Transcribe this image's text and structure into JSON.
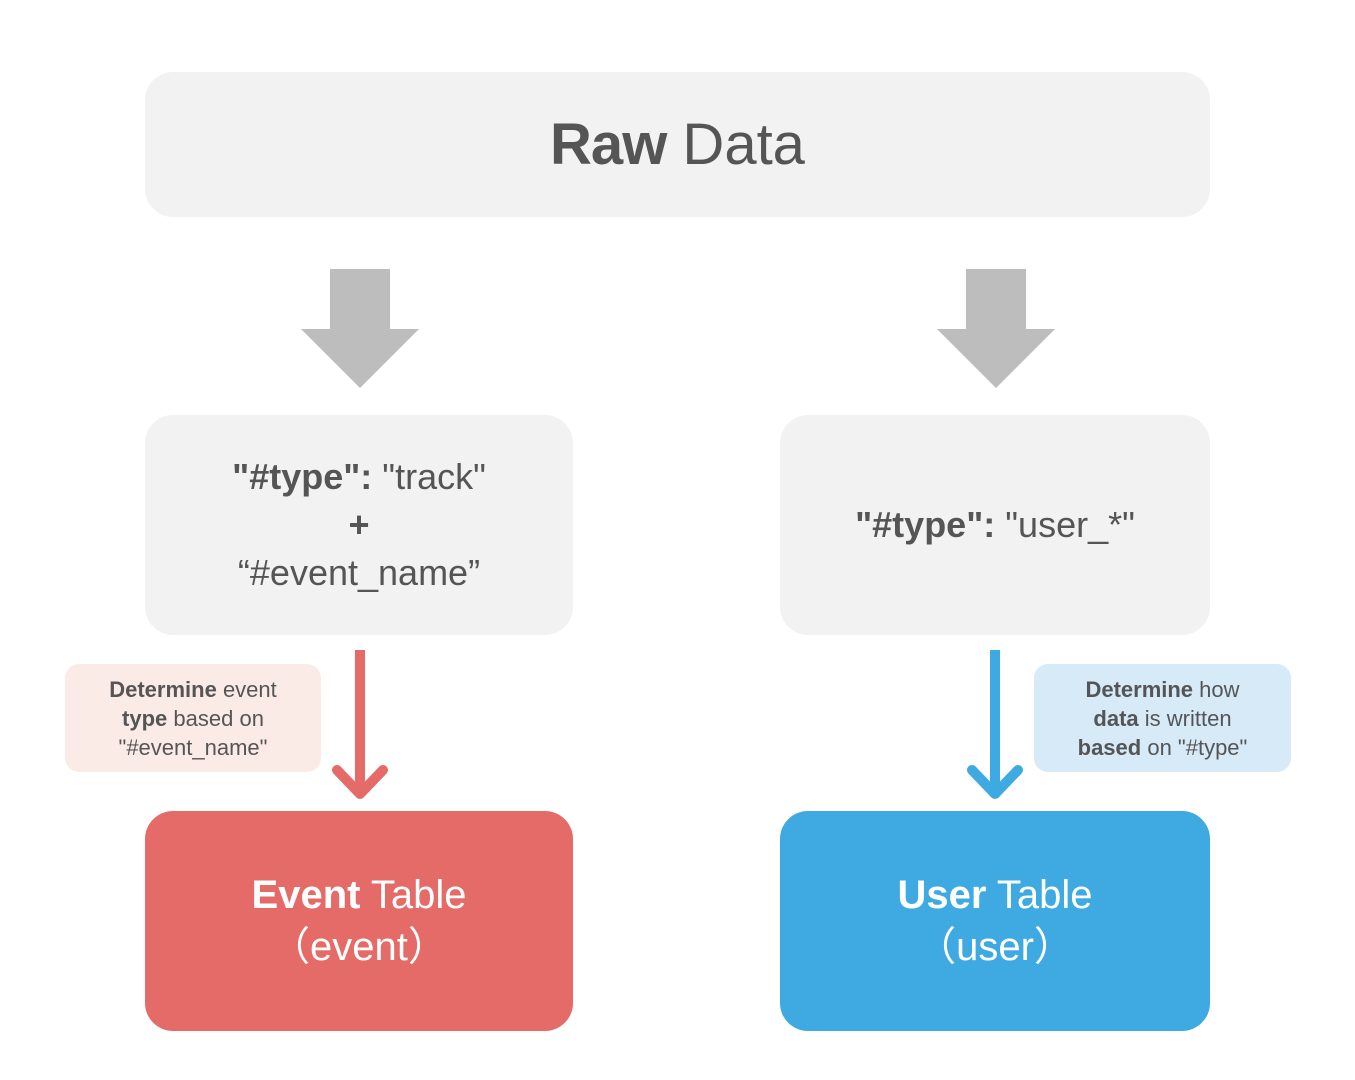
{
  "raw": {
    "bold": "Raw",
    "normal": " Data"
  },
  "track": {
    "line1_bold": "\"#type\":",
    "line1_normal": " \"track\"",
    "plus": "+",
    "line3": "“#event_name”"
  },
  "user_type": {
    "bold": "\"#type\":",
    "normal": " \"user_*\""
  },
  "note_event": {
    "l1_bold": "Determine",
    "l1_normal": " event",
    "l2_bold": "type",
    "l2_normal": " based on",
    "l3": "\"#event_name\""
  },
  "note_user": {
    "l1_bold": "Determine",
    "l1_normal": " how",
    "l2_bold": "data",
    "l2_normal": " is written",
    "l3_bold": "based",
    "l3_normal": " on \"#type\""
  },
  "event_table": {
    "bold": "Event",
    "normal": " Table",
    "sub": "（event）"
  },
  "user_table": {
    "bold": "User",
    "normal": " Table",
    "sub": "（user）"
  },
  "colors": {
    "grey_box": "#f2f2f2",
    "grey_arrow": "#bdbdbd",
    "event_red": "#e46b67",
    "user_blue": "#3fa9e2"
  }
}
